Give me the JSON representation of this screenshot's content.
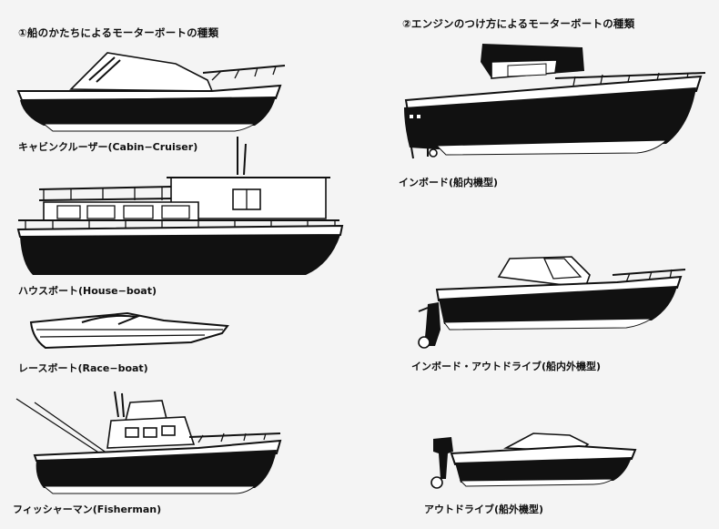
{
  "sections": [
    {
      "heading": "①船のかたちによるモーターボートの種類"
    },
    {
      "heading": "②エンジンのつけ方によるモーターボートの種類"
    }
  ],
  "left_boats": [
    {
      "label": "キャビンクルーザー(Cabin−Cruiser)",
      "icon": "cabin-cruiser-icon"
    },
    {
      "label": "ハウスボート(House−boat)",
      "icon": "house-boat-icon"
    },
    {
      "label": "レースボート(Race−boat)",
      "icon": "race-boat-icon"
    },
    {
      "label": "フィッシャーマン(Fisherman)",
      "icon": "fisherman-boat-icon"
    }
  ],
  "right_boats": [
    {
      "label": "インボード(船内機型)",
      "icon": "inboard-boat-icon"
    },
    {
      "label": "インボード・アウトドライブ(船内外機型)",
      "icon": "inboard-outdrive-boat-icon"
    },
    {
      "label": "アウトドライブ(船外機型)",
      "icon": "outdrive-boat-icon"
    }
  ]
}
